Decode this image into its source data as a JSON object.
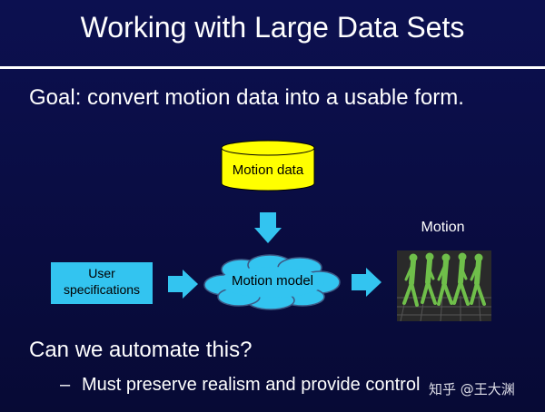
{
  "slide": {
    "title": "Working with Large Data Sets",
    "goal": "Goal: convert motion data into a usable form.",
    "question": "Can we automate this?",
    "bullet_dash": "–",
    "bullet": "Must preserve realism and provide control"
  },
  "diagram": {
    "database_label": "Motion data",
    "user_box_line1": "User",
    "user_box_line2": "specifications",
    "cloud_label": "Motion model",
    "output_label": "Motion"
  },
  "watermark": "知乎 @王大渊",
  "colors": {
    "background": "#0a0d44",
    "database_fill": "#ffff00",
    "box_fill": "#33c4f0",
    "cloud_fill": "#33c4f0",
    "arrow_fill": "#33c4f0",
    "figure_color": "#6fbf4a"
  }
}
